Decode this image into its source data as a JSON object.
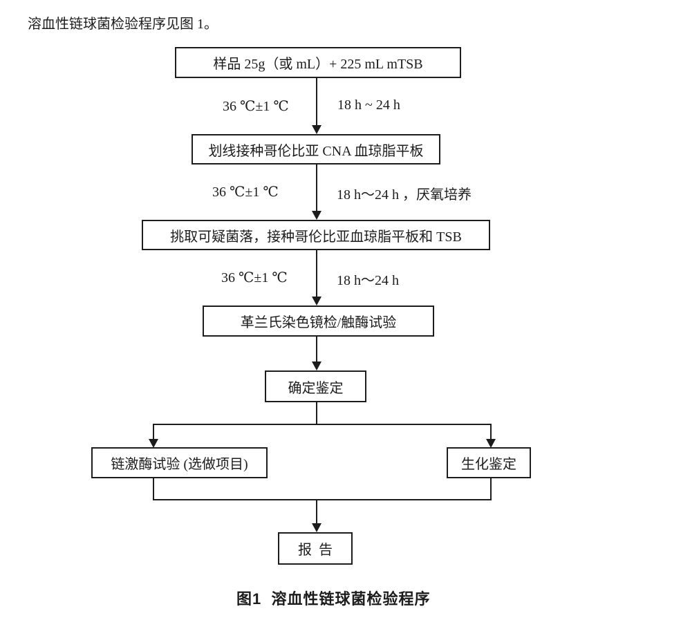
{
  "page": {
    "intro": "溶血性链球菌检验程序见图 1。",
    "caption": "图1  溶血性链球菌检验程序"
  },
  "flow": {
    "nodes": {
      "sample": "样品 25g（或 mL）+ 225 mL mTSB",
      "streak_plate": "划线接种哥伦比亚 CNA 血琼脂平板",
      "pick_colony": "挑取可疑菌落，接种哥伦比亚血琼脂平板和 TSB",
      "gram_stain": "革兰氏染色镜检/触酶试验",
      "confirm_id": "确定鉴定",
      "streptokinase_test": "链激酶试验 (选做项目)",
      "biochemical_id": "生化鉴定",
      "report": "报  告"
    },
    "steps": {
      "step1": {
        "left": "36 ℃±1 ℃",
        "right": "18 h ~ 24 h"
      },
      "step2": {
        "left": "36 ℃±1 ℃",
        "right": "18 h～24 h ，厌氧培养"
      },
      "step3": {
        "left": "36 ℃±1 ℃",
        "right": "18 h～24 h"
      }
    }
  },
  "colors": {
    "line": "#1c1c1c",
    "background": "#ffffff"
  }
}
